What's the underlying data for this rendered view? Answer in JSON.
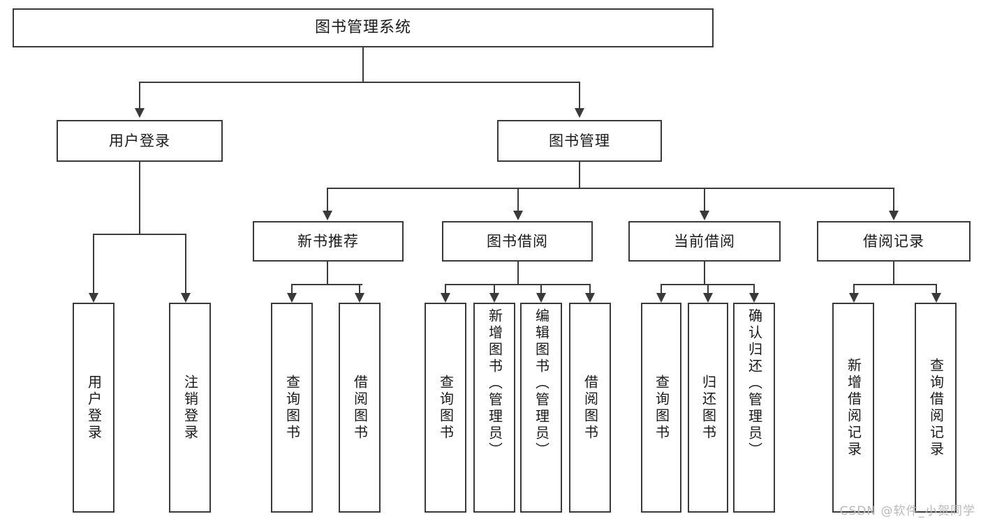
{
  "diagram": {
    "type": "tree",
    "title": "图书管理系统",
    "root": {
      "label": "图书管理系统"
    },
    "level2": [
      {
        "label": "用户登录"
      },
      {
        "label": "图书管理"
      }
    ],
    "level3": [
      {
        "label": "新书推荐",
        "parent": "图书管理"
      },
      {
        "label": "图书借阅",
        "parent": "图书管理"
      },
      {
        "label": "当前借阅",
        "parent": "图书管理"
      },
      {
        "label": "借阅记录",
        "parent": "图书管理"
      }
    ],
    "leaves": {
      "user_login": [
        {
          "label": "用户登录"
        },
        {
          "label": "注销登录"
        }
      ],
      "new_book_recommend": [
        {
          "label": "查询图书"
        },
        {
          "label": "借阅图书"
        }
      ],
      "book_borrow": [
        {
          "label": "查询图书"
        },
        {
          "label": "新增图书（管理员）"
        },
        {
          "label": "编辑图书（管理员）"
        },
        {
          "label": "借阅图书"
        }
      ],
      "current_borrow": [
        {
          "label": "查询图书"
        },
        {
          "label": "归还图书"
        },
        {
          "label": "确认归还（管理员）"
        }
      ],
      "borrow_record": [
        {
          "label": "新增借阅记录"
        },
        {
          "label": "查询借阅记录"
        }
      ]
    },
    "watermark": "CSDN @软件_小贺同学",
    "colors": {
      "stroke": "#3a3a3a",
      "fill": "#ffffff",
      "text": "#1a1a1a",
      "watermark": "#b9b9b9"
    }
  }
}
